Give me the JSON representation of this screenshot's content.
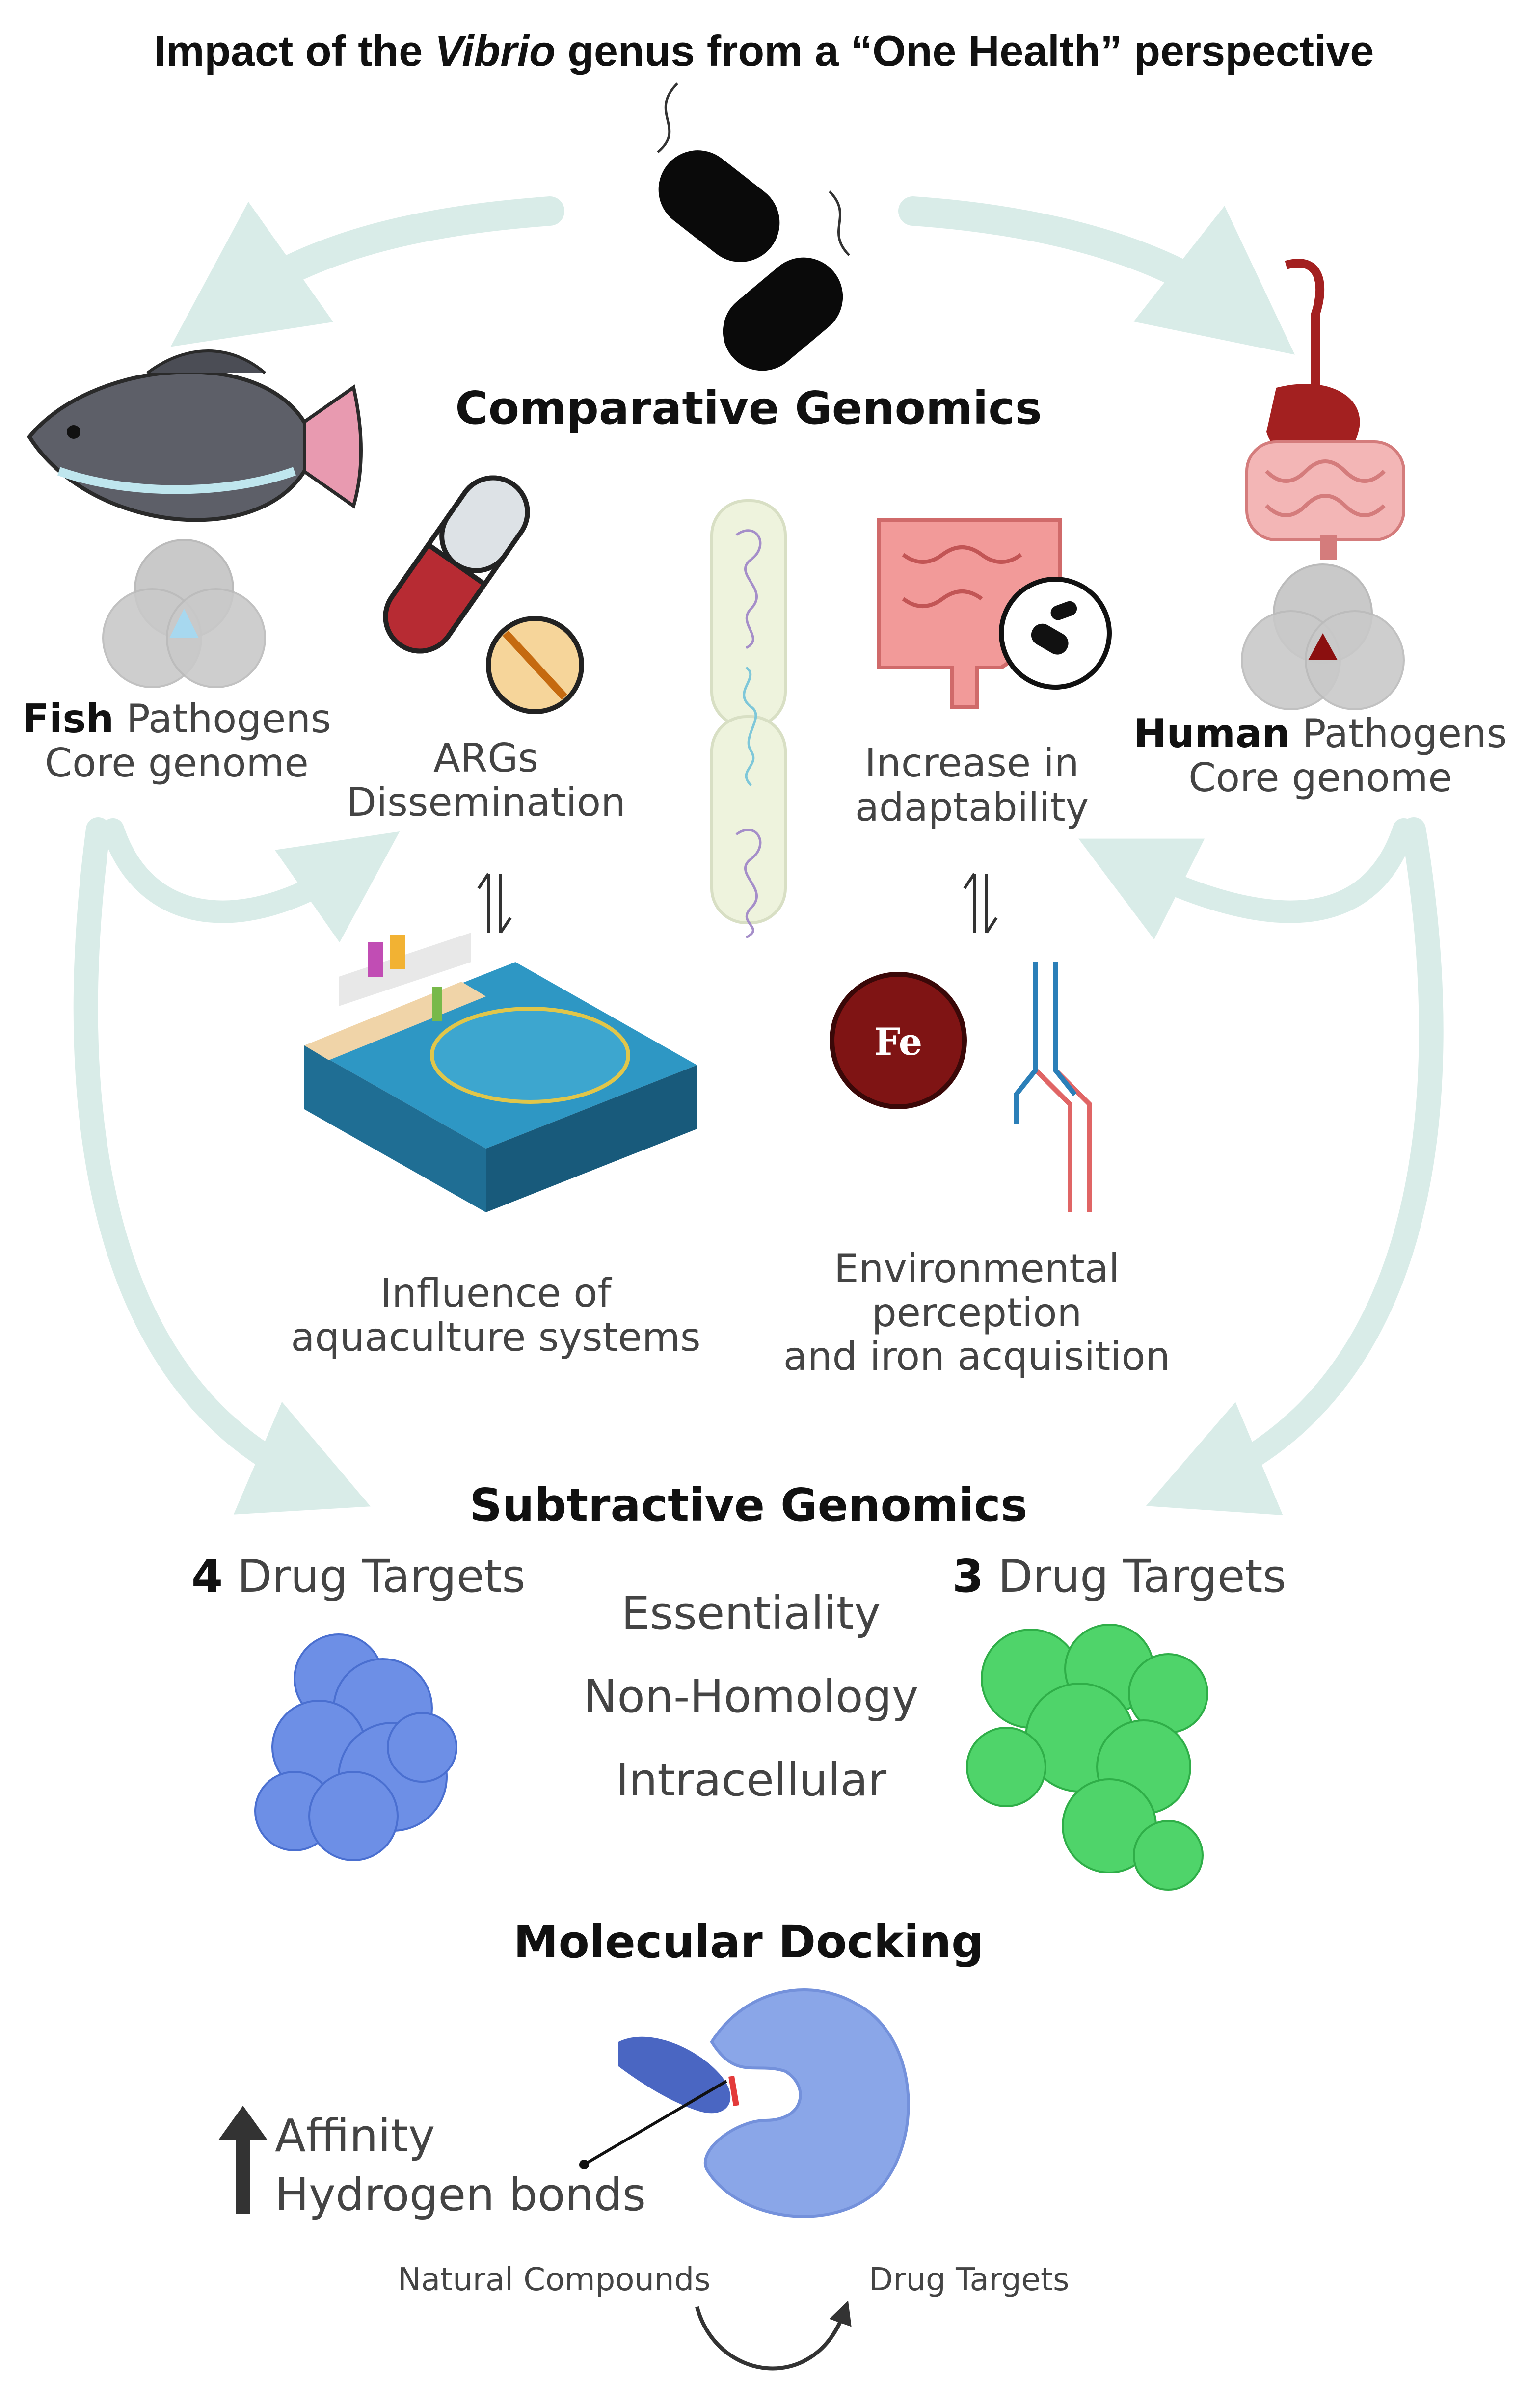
{
  "title": {
    "prefix": "Impact of the",
    "italic": "Vibrio",
    "suffix": "genus from a “One Health” perspective"
  },
  "sections": {
    "comparative": "Comparative Genomics",
    "subtractive": "Subtractive Genomics",
    "docking": "Molecular Docking"
  },
  "fish": {
    "bold": "Fish",
    "rest": "Pathogens",
    "line2": "Core genome"
  },
  "human": {
    "bold": "Human",
    "rest": "Pathogens",
    "line2": "Core genome"
  },
  "args": {
    "line1": "ARGs",
    "line2": "Dissemination"
  },
  "adapt": {
    "line1": "Increase in",
    "line2": "adaptability"
  },
  "aqua": {
    "line1": "Influence of",
    "line2": "aquaculture systems"
  },
  "env": {
    "line1": "Environmental",
    "line2": "perception",
    "line3": "and iron acquisition"
  },
  "iron_symbol": "Fe",
  "equilibrium_symbol": "⇌",
  "targets_left": {
    "count": "4",
    "label": "Drug Targets"
  },
  "targets_right": {
    "count": "3",
    "label": "Drug Targets"
  },
  "criteria": [
    "Essentiality",
    "Non-Homology",
    "Intracellular"
  ],
  "docking": {
    "affinity": "Affinity",
    "hbonds": "Hydrogen bonds",
    "compounds": "Natural Compounds",
    "targets": "Drug Targets"
  },
  "colors": {
    "arrow": "#d9ece8",
    "fish_highlight": "#a7d8ef",
    "human_highlight": "#8b0f0f",
    "protein_blue": "#6d8fe6",
    "protein_green": "#4fd46a",
    "iron": "#7f1414",
    "docking_blue": "#8aa6e8"
  },
  "icons": [
    "bacteria-icon",
    "fish-icon",
    "digestive-system-icon",
    "venn-icon",
    "capsule-icon",
    "tablet-icon",
    "chromosome-icon",
    "intestine-icon",
    "aquaculture-icon",
    "iron-icon",
    "dna-icon",
    "protein-blue-icon",
    "protein-green-icon",
    "docking-enzyme-icon",
    "up-arrow-icon",
    "cycle-arrow-icon"
  ]
}
